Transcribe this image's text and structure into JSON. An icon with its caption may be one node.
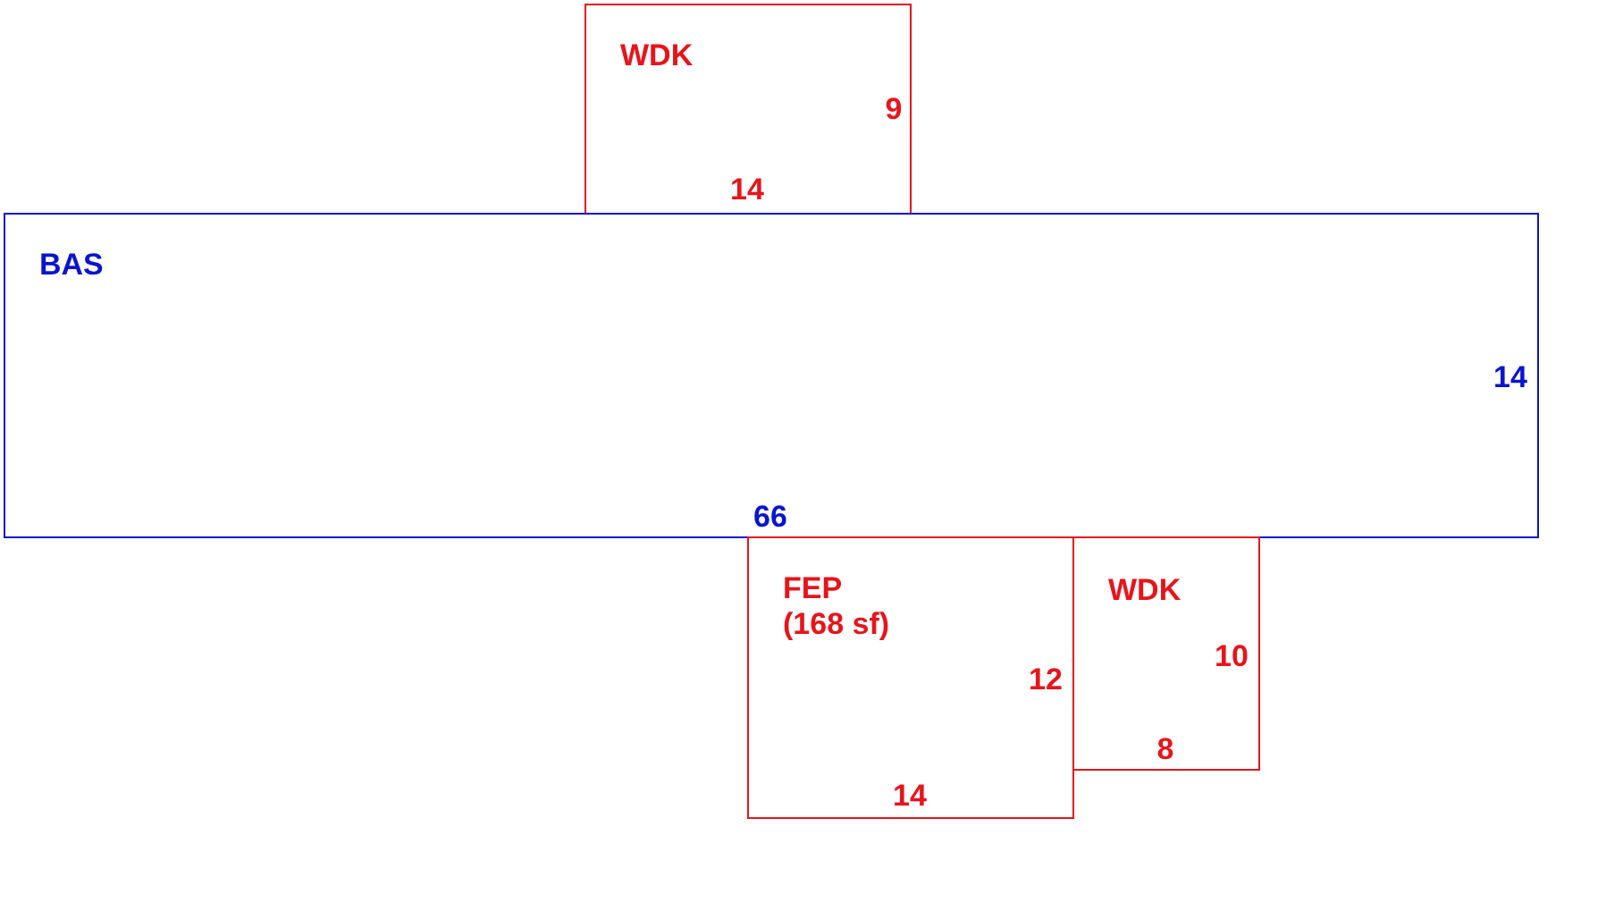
{
  "diagram": {
    "nodes": [
      {
        "text": [
          "WDK",
          "9",
          "14"
        ]
      },
      {
        "text": [
          "BAS",
          "14",
          "66"
        ]
      },
      {
        "text": [
          "FEP",
          "(168 sf)",
          "12",
          "14"
        ]
      },
      {
        "text": [
          "WDK",
          "10",
          "8"
        ]
      }
    ]
  }
}
